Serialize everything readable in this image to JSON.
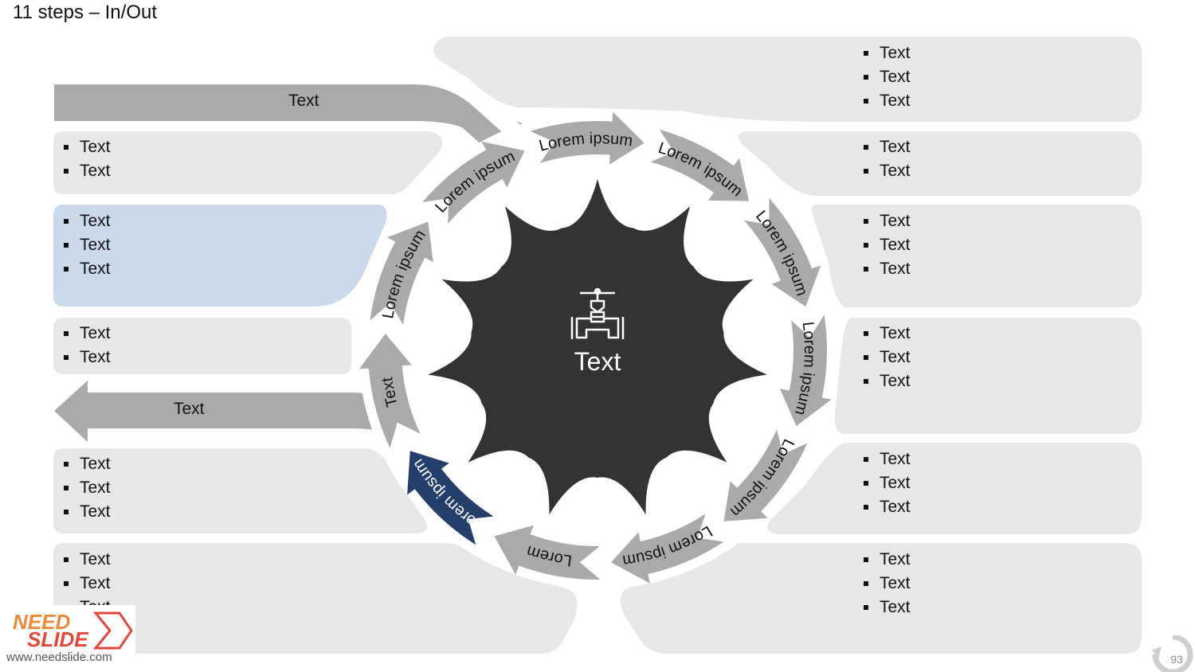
{
  "title": "11 steps – In/Out",
  "center": {
    "label": "Text",
    "icon": "valve-pipe-icon"
  },
  "in_arrow": {
    "label": "Text"
  },
  "out_arrow": {
    "label": "Text"
  },
  "steps": [
    {
      "label": "Lorem ipsum",
      "highlighted": false
    },
    {
      "label": "Lorem ipsum",
      "highlighted": false
    },
    {
      "label": "Lorem ipsum",
      "highlighted": false
    },
    {
      "label": "Lorem ipsum",
      "highlighted": false
    },
    {
      "label": "Lorem ipsum",
      "highlighted": false
    },
    {
      "label": "Lorem ipsum",
      "highlighted": false
    },
    {
      "label": "Lorem ipsum",
      "highlighted": false
    },
    {
      "label": "Lorem ipsum",
      "highlighted": false
    },
    {
      "label": "Lorem",
      "highlighted": false
    },
    {
      "label": "Lorem ipsum",
      "highlighted": true
    },
    {
      "label": "Text",
      "highlighted": false
    }
  ],
  "left_panels": [
    {
      "items": [
        "Text",
        "Text"
      ],
      "highlighted": false
    },
    {
      "items": [
        "Text",
        "Text",
        "Text"
      ],
      "highlighted": true
    },
    {
      "items": [
        "Text",
        "Text"
      ],
      "highlighted": false
    },
    {
      "items": [
        "Text",
        "Text",
        "Text"
      ],
      "highlighted": false
    },
    {
      "items": [
        "Text",
        "Text",
        "Text"
      ],
      "highlighted": false
    }
  ],
  "right_panels": [
    {
      "items": [
        "Text",
        "Text",
        "Text"
      ]
    },
    {
      "items": [
        "Text",
        "Text"
      ]
    },
    {
      "items": [
        "Text",
        "Text",
        "Text"
      ]
    },
    {
      "items": [
        "Text",
        "Text",
        "Text"
      ]
    },
    {
      "items": [
        "Text",
        "Text",
        "Text"
      ]
    },
    {
      "items": [
        "Text",
        "Text",
        "Text"
      ]
    }
  ],
  "colors": {
    "panel": "#e7e7e7",
    "panel_highlight": "#cbd9ec",
    "arrow": "#aaaaaa",
    "arrow_highlight": "#243f6b",
    "center": "#333333",
    "ring": "#ffffff"
  },
  "logo": {
    "line1": "NEED",
    "line2": "SLIDE",
    "url": "www.needslide.com"
  },
  "page_number": "93"
}
